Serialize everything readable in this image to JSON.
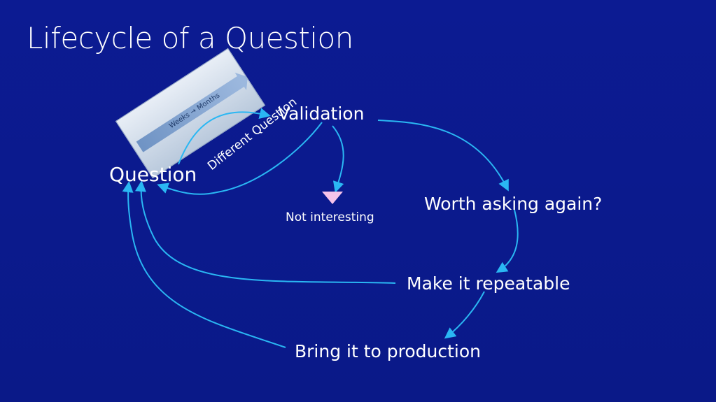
{
  "slide": {
    "title": "Lifecycle of a Question",
    "nodes": {
      "validation": "Validation",
      "question": "Question",
      "different_question": "Different Question",
      "not_interesting": "Not interesting",
      "worth_asking": "Worth asking again?",
      "make_repeatable": "Make it repeatable",
      "production": "Bring it to production"
    },
    "thumbnail": {
      "caption": "Weeks → Months"
    },
    "colors": {
      "background": "#0b1a8f",
      "arrow": "#2ab7f3",
      "marker": "#f6c3ea"
    }
  }
}
